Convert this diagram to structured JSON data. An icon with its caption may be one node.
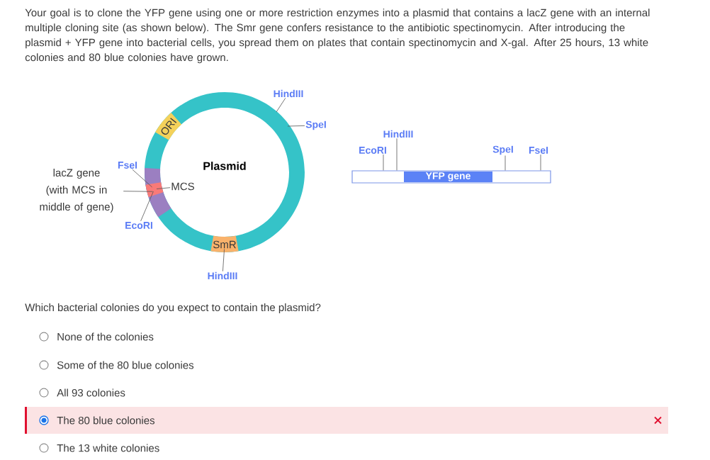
{
  "diagram": {
    "nodes": [
      {
        "text": [
          "Plasmid"
        ]
      },
      {
        "text": [
          "ORI"
        ],
        "in": 0
      },
      {
        "text": [
          "SmR"
        ],
        "in": 0
      },
      {
        "text": [],
        "shape": "bar",
        "in": 0
      },
      {
        "text": [],
        "shape": "bar",
        "in": 3
      },
      {
        "text": [
          "lacZ gene (with MCS in middle of gene)"
        ]
      },
      {
        "text": [
          "MCS"
        ],
        "in": 0
      },
      {
        "text": [
          "FseI"
        ]
      },
      {
        "text": [
          "EcoRI"
        ]
      },
      {
        "text": [
          "HindIII"
        ]
      },
      {
        "text": [
          "SpeI"
        ]
      },
      {
        "text": [
          "HindIII"
        ]
      },
      {
        "text": [],
        "shape": "bar"
      },
      {
        "text": [
          "YFP gene"
        ],
        "in": 12
      },
      {
        "text": [
          "EcoRI"
        ]
      },
      {
        "text": [
          "HindIII"
        ]
      },
      {
        "text": [
          "SpeI"
        ]
      },
      {
        "text": [
          "FseI"
        ]
      }
    ],
    "edges": [
      {
        "from": 5,
        "to": 3,
        "arrow": "none"
      },
      {
        "from": 6,
        "to": 4,
        "arrow": "none"
      },
      {
        "from": 7,
        "to": 4,
        "arrow": "none"
      },
      {
        "from": 8,
        "to": 4,
        "arrow": "none"
      },
      {
        "from": 9,
        "to": null,
        "arrow": "none"
      },
      {
        "from": 10,
        "to": null,
        "arrow": "none"
      },
      {
        "from": 11,
        "to": 2,
        "arrow": "none"
      },
      {
        "from": 14,
        "to": 12,
        "arrow": "none"
      },
      {
        "from": 15,
        "to": 12,
        "arrow": "none"
      },
      {
        "from": 16,
        "to": 12,
        "arrow": "none"
      },
      {
        "from": 17,
        "to": 12,
        "arrow": "none"
      }
    ],
    "labels": [
      "Your goal is to clone the YFP gene using one or more restriction enzymes into a plasmid that contains a lacZ gene with an internal multiple cloning site (as shown below). The Smr gene confers resistance to the antibiotic spectinomycin. After introducing the plasmid + YFP gene into bacterial cells, you spread them on plates that contain spectinomycin and X-gal. After 25 hours, 13 white colonies and 80 blue colonies have grown.",
      "Which bacterial colonies do you expect to contain the plasmid?",
      "None of the colonies",
      "Some of the 80 blue colonies",
      "All 93 colonies",
      "The 80 blue colonies",
      "The 13 white colonies"
    ]
  }
}
